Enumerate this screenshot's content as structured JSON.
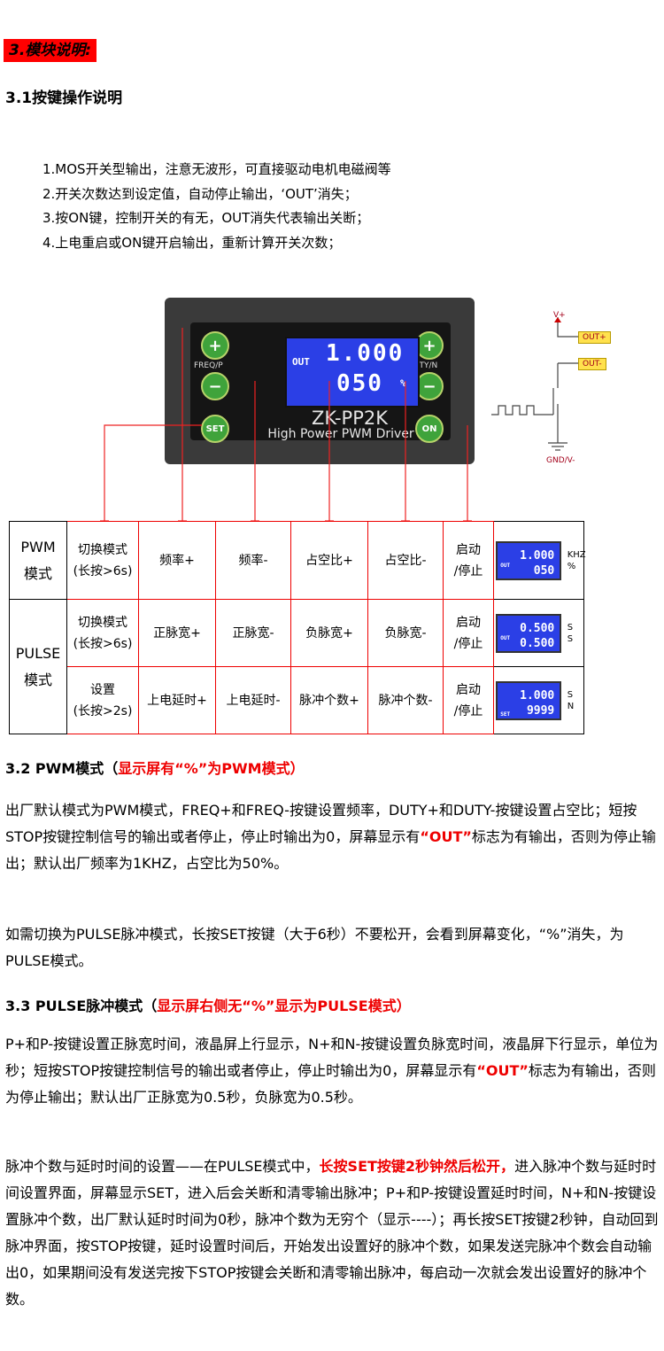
{
  "section_badge": "3.模块说明:",
  "h31": "3.1按键操作说明",
  "notes": [
    "1.MOS开关型输出，注意无波形，可直接驱动电机电磁阀等",
    "2.开关次数达到设定值，自动停止输出，‘OUT’消失；",
    "3.按ON键，控制开关的有无，OUT消失代表输出关断；",
    "4.上电重启或ON键开启输出，重新计算开关次数；"
  ],
  "device": {
    "btn_plus": "+",
    "btn_minus": "−",
    "btn_set": "SET",
    "btn_on": "ON",
    "label_freq": "FREQ/P",
    "label_duty": "DUTY/N",
    "lcd_out": "OUT",
    "lcd_top": "1.000",
    "lcd_bottom": "050",
    "lcd_pct": "%",
    "brand": "ZK-PP2K",
    "subtitle": "High Power PWM Driver"
  },
  "schematic": {
    "vplus": "V+",
    "out_plus": "OUT+",
    "out_minus": "OUT-",
    "gnd": "GND/V-"
  },
  "table": {
    "pwm_mode": [
      "PWM",
      "模式"
    ],
    "pulse_mode": [
      "PULSE",
      "模式"
    ],
    "pwm_row": [
      "切换模式",
      "(长按>6s)",
      "频率+",
      "频率-",
      "占空比+",
      "占空比-",
      "启动",
      "/停止"
    ],
    "pulse_row1": [
      "切换模式",
      "(长按>6s)",
      "正脉宽+",
      "正脉宽-",
      "负脉宽+",
      "负脉宽-",
      "启动",
      "/停止"
    ],
    "pulse_row2": [
      "设置",
      "(长按>2s)",
      "上电延时+",
      "上电延时-",
      "脉冲个数+",
      "脉冲个数-",
      "启动",
      "/停止"
    ],
    "lcd1": {
      "s": "OUT",
      "top": "1.000",
      "bot": "050",
      "u1": "KHZ",
      "u2": "%"
    },
    "lcd2": {
      "s": "OUT",
      "top": "0.500",
      "bot": "0.500",
      "u1": "S",
      "u2": "S"
    },
    "lcd3": {
      "s": "SET",
      "top": "1.000",
      "bot": "9999",
      "u1": "S",
      "u2": "N"
    }
  },
  "h32": {
    "a": "3.2 PWM模式（",
    "b": "显示屏有“%”为PWM模式）"
  },
  "p1": {
    "a": "出厂默认模式为PWM模式，FREQ+和FREQ-按键设置频率，DUTY+和DUTY-按键设置占空比；短按STOP按键控制信号的输出或者停止，停止时输出为0，屏幕显示有",
    "b": "“OUT”",
    "c": "标志为有输出，否则为停止输出；默认出厂频率为1KHZ，占空比为50%。"
  },
  "p2": "如需切换为PULSE脉冲模式，长按SET按键（大于6秒）不要松开，会看到屏幕变化，“%”消失，为PULSE模式。",
  "h33": {
    "a": "3.3 PULSE脉冲模式（",
    "b": "显示屏右侧无“%”显示为PULSE模式）"
  },
  "p3": {
    "a": "P+和P-按键设置正脉宽时间，液晶屏上行显示，N+和N-按键设置负脉宽时间，液晶屏下行显示，单位为秒；短按STOP按键控制信号的输出或者停止，停止时输出为0，屏幕显示有",
    "b": "“OUT”",
    "c": "标志为有输出，否则为停止输出；默认出厂正脉宽为0.5秒，负脉宽为0.5秒。"
  },
  "p4": {
    "a": "脉冲个数与延时时间的设置——在PULSE模式中，",
    "b": "长按SET按键2秒钟然后松开，",
    "c": "进入脉冲个数与延时时间设置界面，屏幕显示SET，进入后会关断和清零输出脉冲；P+和P-按键设置延时时间，N+和N-按键设置脉冲个数，出厂默认延时时间为0秒，脉冲个数为无穷个（显示----）；再长按SET按键2秒钟，自动回到脉冲界面，按STOP按键，延时设置时间后，开始发出设置好的脉冲个数，如果发送完脉冲个数会自动输出0，如果期间没有发送完按下STOP按键会关断和清零输出脉冲，每启动一次就会发出设置好的脉冲个数。"
  }
}
